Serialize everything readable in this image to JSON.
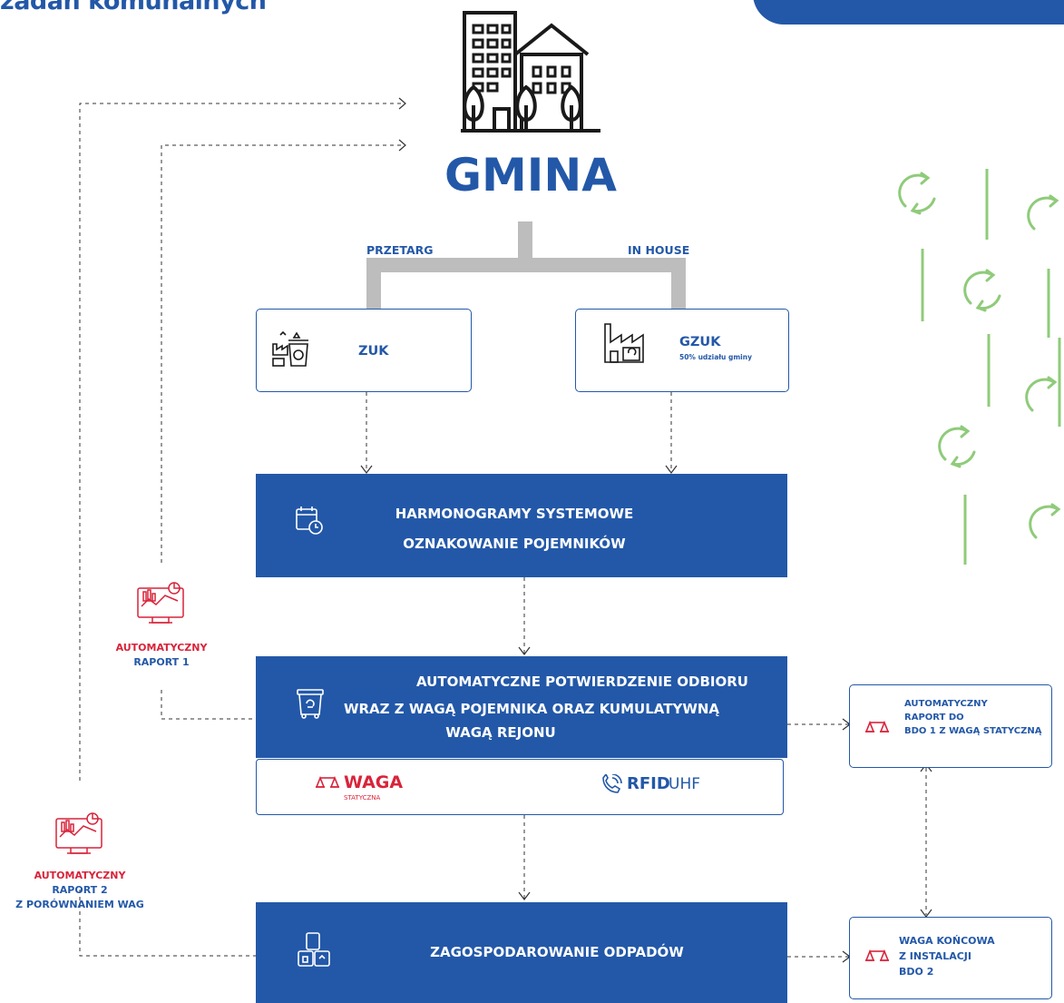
{
  "header": {
    "cut_title": "zadań komunalnych"
  },
  "top": {
    "title": "GMINA",
    "branch_left": "PRZETARG",
    "branch_right": "IN HOUSE"
  },
  "boxes": {
    "zuk": {
      "label": "ZUK"
    },
    "gzuk": {
      "label": "GZUK",
      "note": "50% udziału gminy"
    },
    "harmonogramy": {
      "line1": "HARMONOGRAMY SYSTEMOWE",
      "line2": "OZNAKOWANIE POJEMNIKÓW"
    },
    "potwierdzenie": {
      "line1": "AUTOMATYCZNE POTWIERDZENIE ODBIORU",
      "line2": "WRAZ Z WAGĄ POJEMNIKA ORAZ KUMULATYWNĄ",
      "line3": "WAGĄ REJONU"
    },
    "tech": {
      "waga": "WAGA",
      "waga_sub": "STATYCZNA",
      "rfid": "RFID",
      "uhf": "UHF"
    },
    "zagospodarowanie": {
      "label": "ZAGOSPODAROWANIE ODPADÓW"
    }
  },
  "reports": {
    "raport1": {
      "line1": "AUTOMATYCZNY",
      "line2": "RAPORT 1"
    },
    "raport2": {
      "line1": "AUTOMATYCZNY",
      "line2": "RAPORT 2",
      "line3": "Z PORÓWNANIEM WAG"
    }
  },
  "side_boxes": {
    "bdo1": {
      "line1": "AUTOMATYCZNY",
      "line2": "RAPORT DO",
      "line3": "BDO 1  Z WAGĄ STATYCZNĄ"
    },
    "bdo2": {
      "line1": "WAGA KOŃCOWA",
      "line2": "Z INSTALACJI",
      "line3": "BDO 2"
    }
  },
  "colors": {
    "primary": "#2358a8",
    "accent_red": "#d8243a",
    "connector_gray": "#bdbdbd",
    "recycle_green": "#8fcb7a"
  },
  "icons": {
    "building": "city-building-icon",
    "zuk": "waste-bin-factory-icon",
    "gzuk": "factory-recycle-icon",
    "harmonogram": "calendar-clock-icon",
    "container": "recycle-container-icon",
    "scale": "scale-icon",
    "rfid": "rfid-signal-icon",
    "disposal": "waste-containers-icon",
    "report": "monitor-chart-icon"
  }
}
